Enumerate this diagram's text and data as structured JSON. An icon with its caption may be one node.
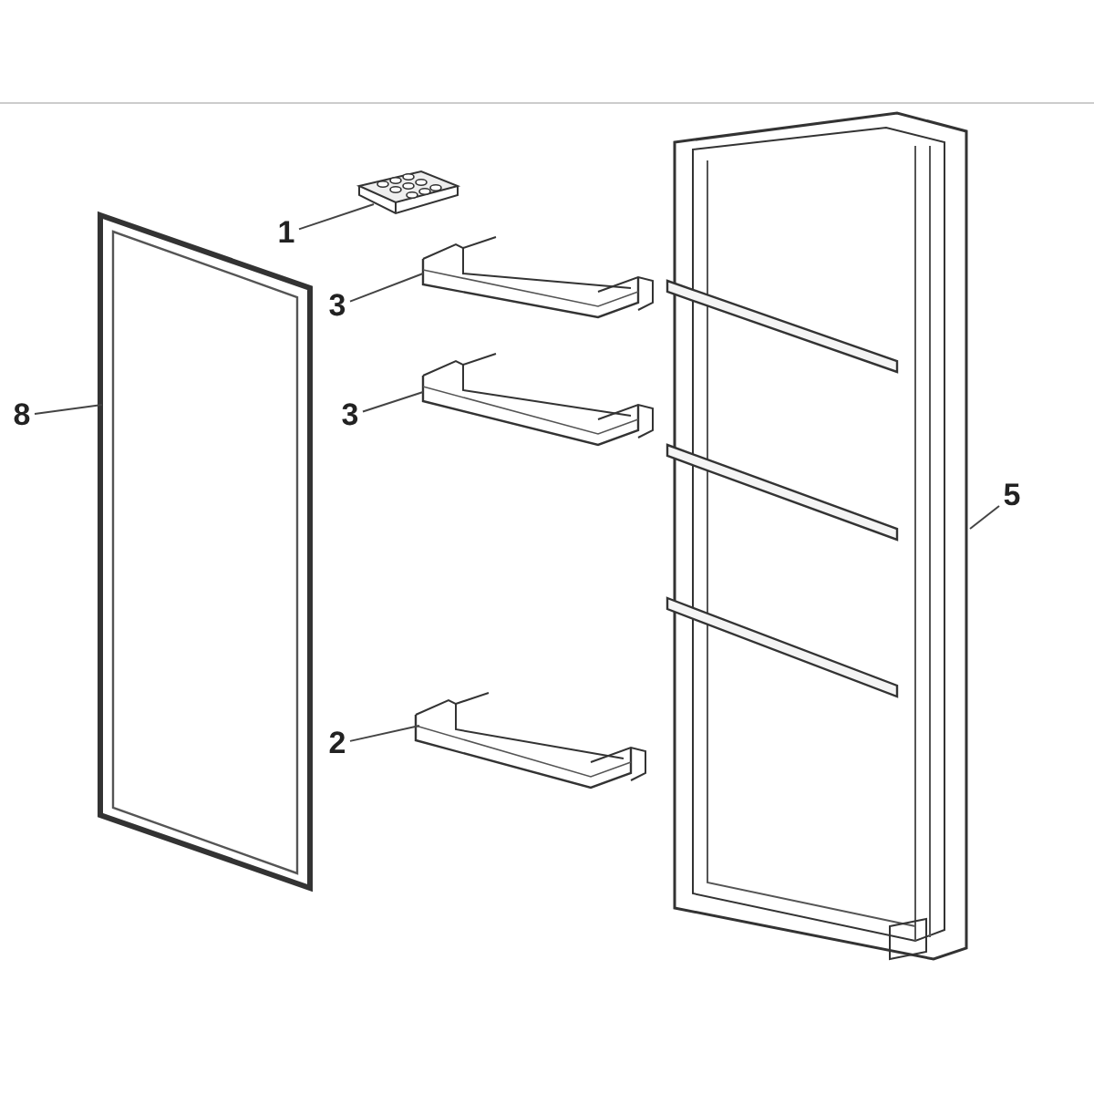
{
  "diagram": {
    "nodes": [
      {
        "text": [
          "1"
        ]
      },
      {
        "text": [],
        "shape": "picture"
      },
      {
        "text": [
          "3"
        ]
      },
      {
        "text": [],
        "shape": "picture"
      },
      {
        "text": [
          "3"
        ]
      },
      {
        "text": [],
        "shape": "picture"
      },
      {
        "text": [
          "8"
        ]
      },
      {
        "text": [],
        "shape": "picture"
      },
      {
        "text": [
          "5"
        ]
      },
      {
        "text": [],
        "shape": "picture"
      },
      {
        "text": [
          "2"
        ]
      },
      {
        "text": [],
        "shape": "picture"
      }
    ],
    "edges": [
      {
        "from": 0,
        "to": 1,
        "arrow": "none"
      },
      {
        "from": 2,
        "to": 3,
        "arrow": "none"
      },
      {
        "from": 4,
        "to": 5,
        "arrow": "none"
      },
      {
        "from": 6,
        "to": 7,
        "arrow": "none"
      },
      {
        "from": 8,
        "to": 9,
        "arrow": "none"
      },
      {
        "from": 10,
        "to": 11,
        "arrow": "none"
      }
    ]
  }
}
